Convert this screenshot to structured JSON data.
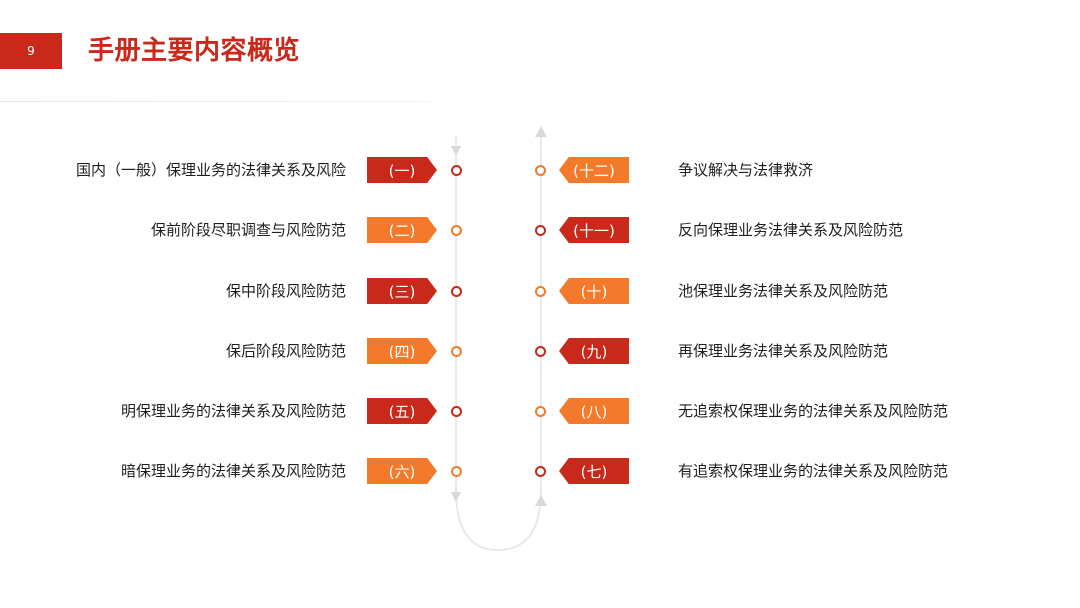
{
  "page": {
    "number": "9",
    "title": "手册主要内容概览"
  },
  "left_items": [
    {
      "badge": "(一)",
      "label": "国内（一般）保理业务的法律关系及风险",
      "color": "#c8291a"
    },
    {
      "badge": "(二)",
      "label": "保前阶段尽职调查与风险防范",
      "color": "#f37a2b"
    },
    {
      "badge": "(三)",
      "label": "保中阶段风险防范",
      "color": "#c8291a"
    },
    {
      "badge": "(四)",
      "label": "保后阶段风险防范",
      "color": "#f37a2b"
    },
    {
      "badge": "(五)",
      "label": "明保理业务的法律关系及风险防范",
      "color": "#c8291a"
    },
    {
      "badge": "(六)",
      "label": "暗保理业务的法律关系及风险防范",
      "color": "#f37a2b"
    }
  ],
  "right_items": [
    {
      "badge": "(十二)",
      "label": "争议解决与法律救济",
      "color": "#f37a2b"
    },
    {
      "badge": "(十一)",
      "label": "反向保理业务法律关系及风险防范",
      "color": "#c8291a"
    },
    {
      "badge": "(十)",
      "label": "池保理业务法律关系及风险防范",
      "color": "#f37a2b"
    },
    {
      "badge": "(九)",
      "label": "再保理业务法律关系及风险防范",
      "color": "#c8291a"
    },
    {
      "badge": "(八)",
      "label": "无追索权保理业务的法律关系及风险防范",
      "color": "#f37a2b"
    },
    {
      "badge": "(七)",
      "label": "有追索权保理业务的法律关系及风险防范",
      "color": "#c8291a"
    }
  ]
}
